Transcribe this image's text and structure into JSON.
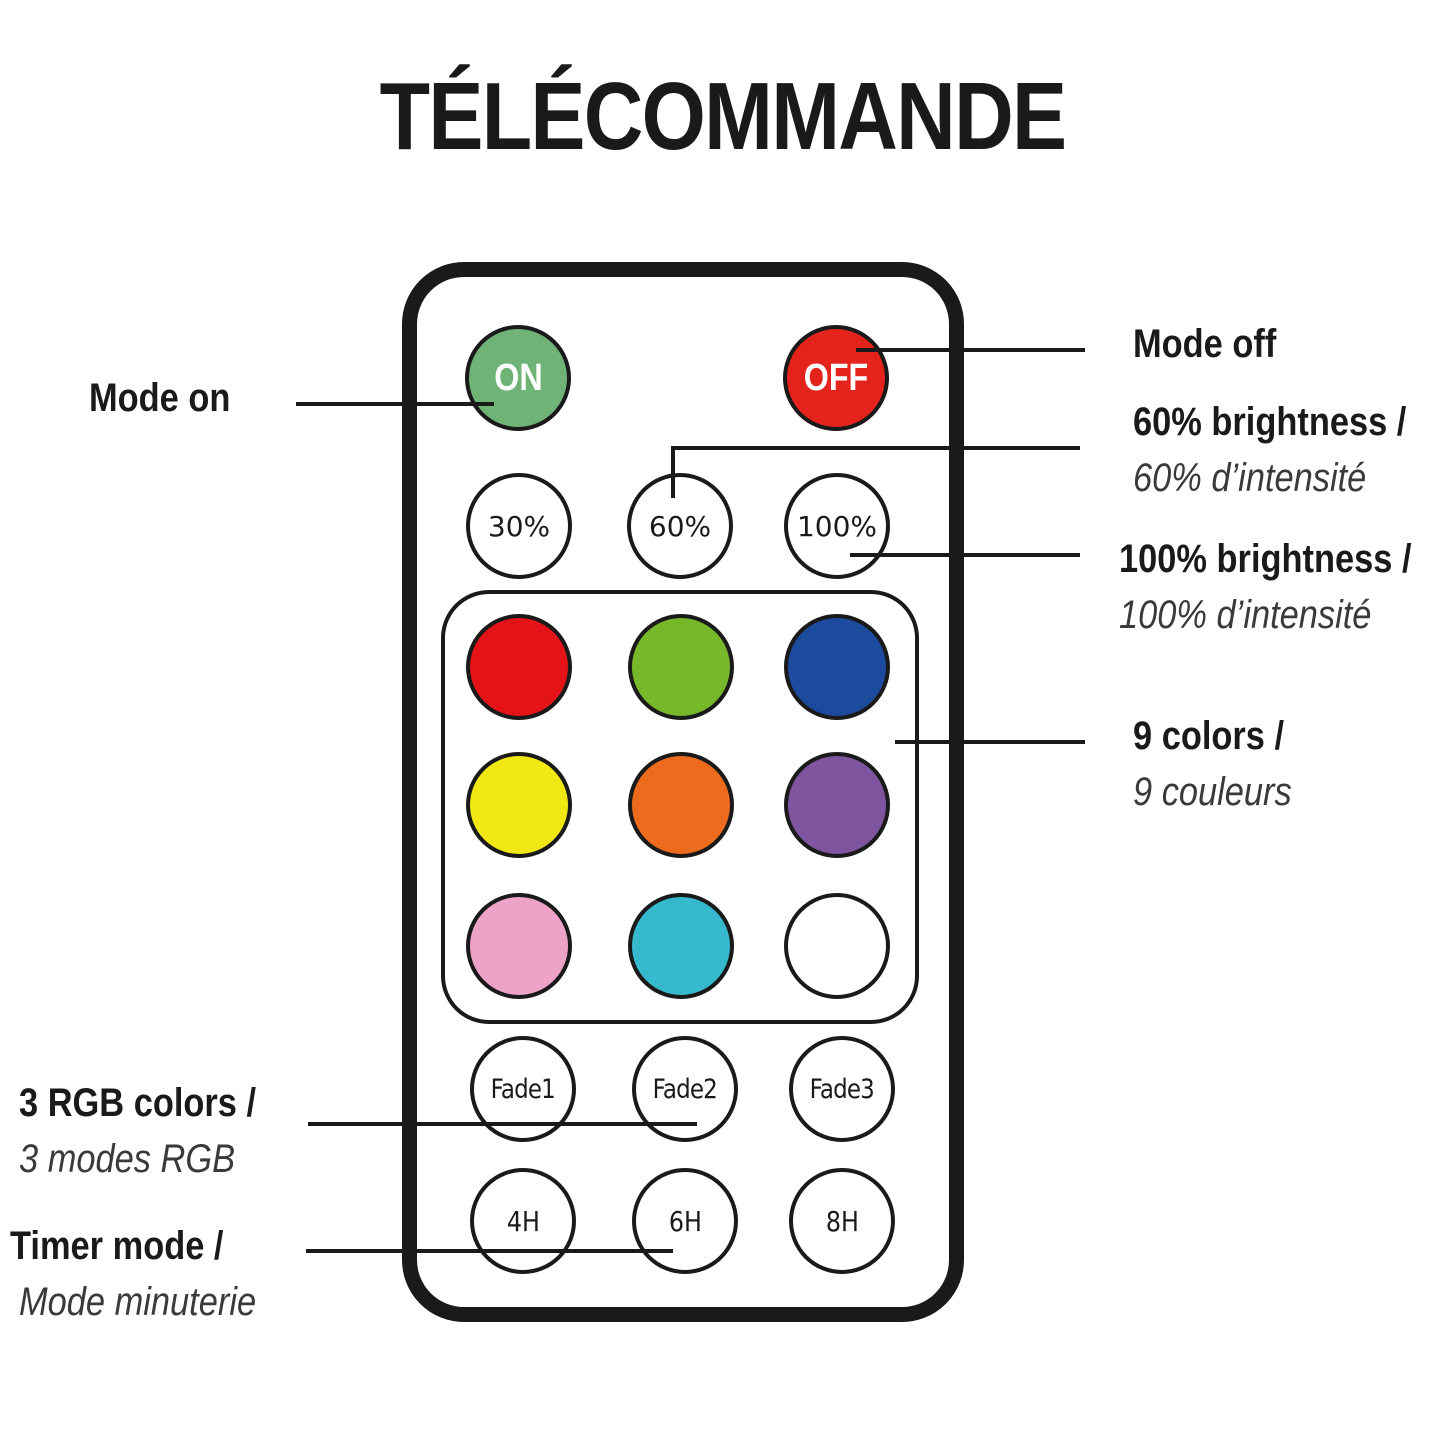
{
  "title": "TÉLÉCOMMANDE",
  "buttons": {
    "on": {
      "label": "ON",
      "color": "#6fb377"
    },
    "off": {
      "label": "OFF",
      "color": "#e3231c"
    },
    "brightness": [
      "30%",
      "60%",
      "100%"
    ],
    "colors": [
      "#e31318",
      "#76b82a",
      "#1c4a9c",
      "#f1e713",
      "#ec6b1c",
      "#7f55a0",
      "#eda3c8",
      "#36b9cc",
      "#ffffff"
    ],
    "fades": [
      "Fade1",
      "Fade2",
      "Fade3"
    ],
    "timers": [
      "4H",
      "6H",
      "8H"
    ]
  },
  "annotations": {
    "mode_on": "Mode on",
    "mode_off": "Mode  off",
    "b60_en": "60% brightness /",
    "b60_fr": "60% d’intensité",
    "b100_en": "100% brightness /",
    "b100_fr": "100% d’intensité",
    "colors_en": "9 colors /",
    "colors_fr": "9 couleurs",
    "rgb_en": "3 RGB colors /",
    "rgb_fr": "3 modes RGB",
    "timer_en": "Timer mode /",
    "timer_fr": "Mode minuterie"
  }
}
